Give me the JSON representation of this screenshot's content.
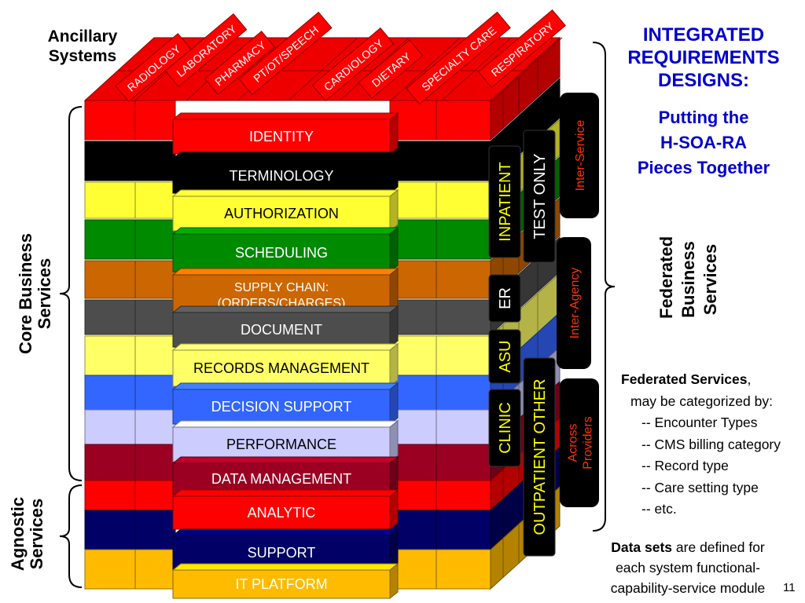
{
  "title_lines": [
    "INTEGRATED",
    "REQUIREMENTS",
    "DESIGNS:"
  ],
  "subtitle_lines": [
    "Putting the",
    "H-SOA-RA",
    "Pieces Together"
  ],
  "ancillary_label_lines": [
    "Ancillary",
    "Systems"
  ],
  "ancillary_systems": [
    "RADIOLOGY",
    "LABORATORY",
    "PHARMACY",
    "PT/OT/SPEECH",
    "CARDIOLOGY",
    "DIETARY",
    "SPECIALTY CARE",
    "RESPIRATORY"
  ],
  "core_services_label_lines": [
    "Core Business",
    "Services"
  ],
  "agnostic_services_label_lines": [
    "Agnostic",
    "Services"
  ],
  "layers": [
    {
      "label": "IDENTITY",
      "color": "#ff0000",
      "text_color": "#ffffff"
    },
    {
      "label": "TERMINOLOGY",
      "color": "#000000",
      "text_color": "#ffffff"
    },
    {
      "label": "AUTHORIZATION",
      "color": "#ffff33",
      "text_color": "#000000"
    },
    {
      "label": "SCHEDULING",
      "color": "#008a00",
      "text_color": "#ffffff"
    },
    {
      "label": "SUPPLY CHAIN:\n(ORDERS/CHARGES)",
      "color": "#cc6600",
      "text_color": "#ffffff"
    },
    {
      "label": "DOCUMENT",
      "color": "#4d4d4d",
      "text_color": "#ffffff"
    },
    {
      "label": "RECORDS MANAGEMENT",
      "color": "#ffff66",
      "text_color": "#000000"
    },
    {
      "label": "DECISION SUPPORT",
      "color": "#3366ff",
      "text_color": "#ffffff"
    },
    {
      "label": "PERFORMANCE",
      "color": "#ccccff",
      "text_color": "#000000"
    },
    {
      "label": "DATA MANAGEMENT",
      "color": "#9b0022",
      "text_color": "#ffffff"
    },
    {
      "label": "ANALYTIC",
      "color": "#ff0000",
      "text_color": "#ffffff"
    },
    {
      "label": "SUPPORT",
      "color": "#000066",
      "text_color": "#ffffff"
    },
    {
      "label": "IT PLATFORM",
      "color": "#ffbb00",
      "text_color": "#ffffff"
    }
  ],
  "encounter_types": [
    {
      "label": "INPATIENT",
      "color": "#ffff00",
      "bg": "#000000"
    },
    {
      "label": "TEST ONLY",
      "color": "#ffffff",
      "bg": "#000000"
    },
    {
      "label": "ER",
      "color": "#ffffff",
      "bg": "#000000"
    },
    {
      "label": "ASU",
      "color": "#ffff00",
      "bg": "#000000"
    },
    {
      "label": "CLINIC",
      "color": "#ffff00",
      "bg": "#000000"
    },
    {
      "label": "OUTPATIENT OTHER",
      "color": "#ffff00",
      "bg": "#000000"
    }
  ],
  "federation_scopes": [
    "Inter-Service",
    "Inter-Agency",
    "Across Providers"
  ],
  "federated_business_services_lines": [
    "Federated",
    "Business",
    "Services"
  ],
  "federated_note": {
    "heading": "Federated Services",
    "heading_suffix": ",",
    "intro": "may be categorized by:",
    "items": [
      "-- Encounter Types",
      "-- CMS billing category",
      "-- Record type",
      "-- Care setting type",
      "-- etc."
    ]
  },
  "datasets_note": {
    "bold": "Data sets",
    "rest_line1": " are defined for",
    "line2": "each system functional-",
    "line3": "capability-service module"
  },
  "page_number": "11",
  "colors": {
    "title": "#0000cc",
    "scope_text": "#ff3300"
  }
}
